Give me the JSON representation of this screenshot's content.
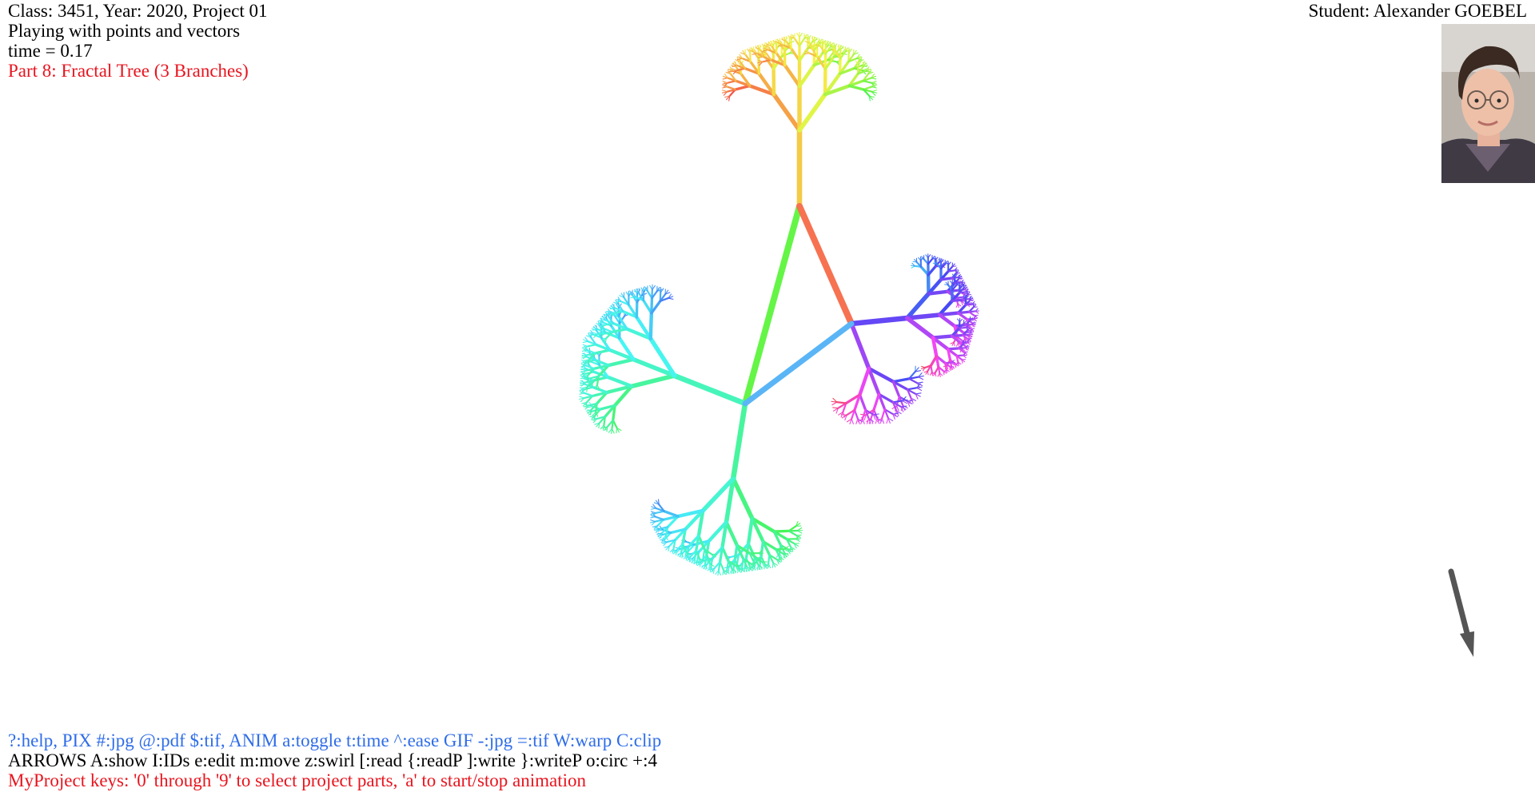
{
  "header": {
    "line1": "Class: 3451, Year: 2020, Project 01",
    "line2": "Playing with points and vectors",
    "line3": "time = 0.17",
    "part": "Part 8: Fractal Tree (3 Branches)"
  },
  "student": {
    "label": "Student: Alexander GOEBEL"
  },
  "footer": {
    "help_keys": "?:help, PIX #:jpg @:pdf $:tif, ANIM a:toggle t:time ^:ease GIF -:jpg =:tif W:warp C:clip",
    "edit_keys": "ARROWS A:show I:IDs e:edit m:move z:swirl [:read {:readP ]:write }:writeP o:circ +:4",
    "project_keys": "MyProject keys: '0' through '9' to select project parts, 'a' to start/stop animation"
  },
  "colors": {
    "part_red": "#e8141e",
    "help_blue": "#2f6de8",
    "arrow_gray": "#555555"
  },
  "icons": {
    "photo": "student-portrait",
    "arrow": "arrow-vector-icon"
  }
}
